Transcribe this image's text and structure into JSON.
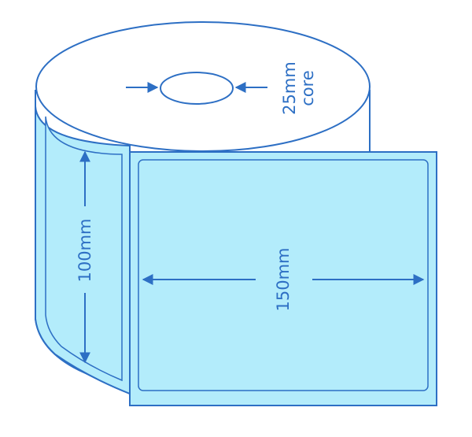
{
  "colors": {
    "outline": "#2d6fc4",
    "label_fill": "#b3ecfb",
    "roll_top": "#ffffff",
    "text": "#2d6fc4"
  },
  "labels": {
    "core_size": "25mm",
    "core_word": "core",
    "height": "100mm",
    "width": "150mm"
  }
}
